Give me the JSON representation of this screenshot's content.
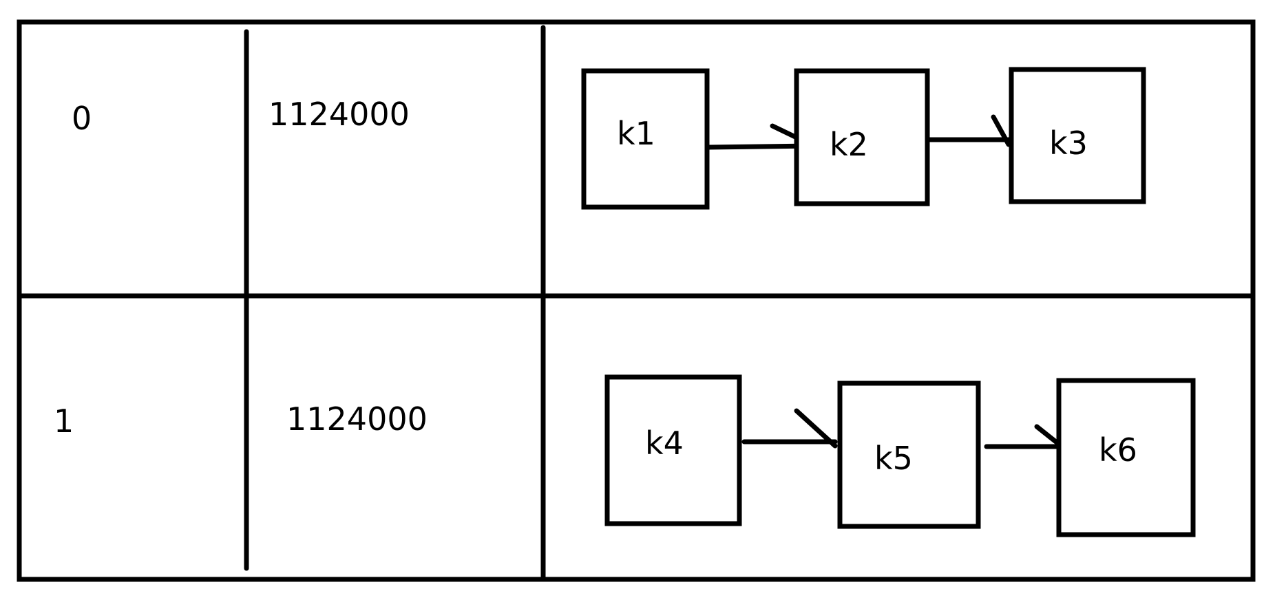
{
  "rows": [
    {
      "index": "0",
      "value": "1124000",
      "chain": [
        "k1",
        "k2",
        "k3"
      ]
    },
    {
      "index": "1",
      "value": "1124000",
      "chain": [
        "k4",
        "k5",
        "k6"
      ]
    }
  ],
  "colors": {
    "stroke": "#000000",
    "background": "#ffffff"
  }
}
